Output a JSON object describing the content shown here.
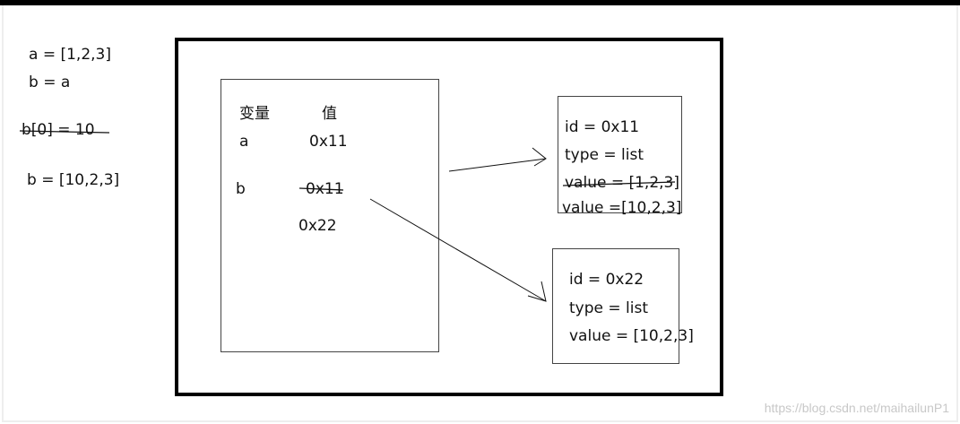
{
  "code": {
    "line1": "a = [1,2,3]",
    "line2": "b = a",
    "line3": "b[0] = 10",
    "line4": "b = [10,2,3]"
  },
  "variables_table": {
    "header_var": "变量",
    "header_val": "值",
    "row_a_name": "a",
    "row_a_value": "0x11",
    "row_b_name": "b",
    "row_b_old_value": "0x11",
    "row_b_new_value": "0x22"
  },
  "object1": {
    "id": "id = 0x11",
    "type": "type = list",
    "old_value": "value = [1,2,3]",
    "new_value": "value =[10,2,3]"
  },
  "object2": {
    "id": "id = 0x22",
    "type": "type = list",
    "value": "value = [10,2,3]"
  },
  "watermark": "https://blog.csdn.net/maihailunP1",
  "colors": {
    "stroke": "#000000",
    "text": "#111111",
    "watermark": "#c8c8c8"
  }
}
